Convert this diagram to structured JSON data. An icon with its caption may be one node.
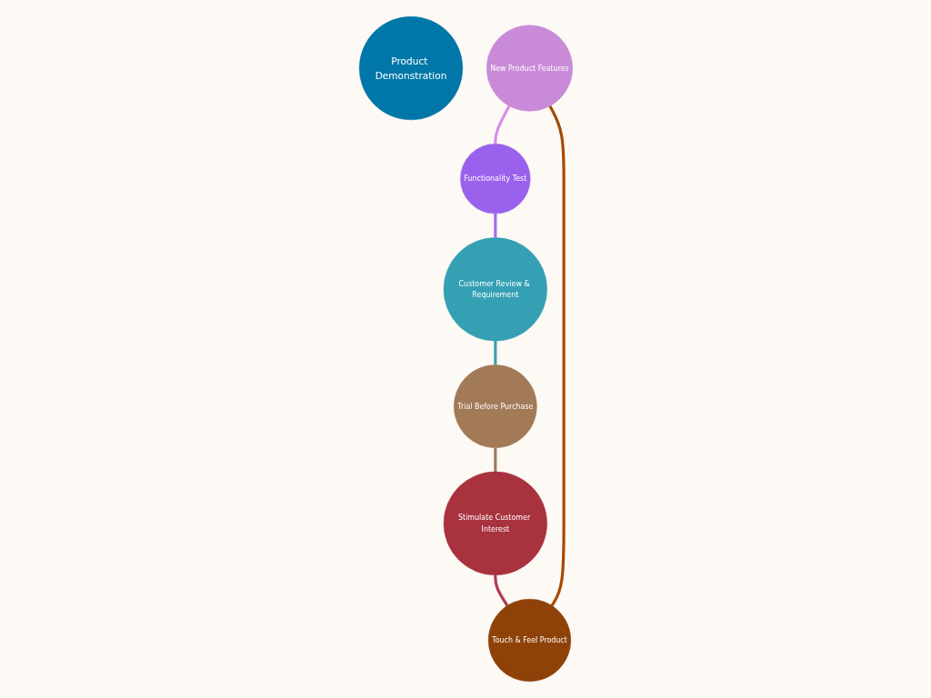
{
  "diagram": {
    "nodes": [
      {
        "text": [
          "Product Demonstration"
        ]
      },
      {
        "text": [
          "New Product Features"
        ]
      },
      {
        "text": [
          "Functionality Test"
        ]
      },
      {
        "text": [
          "Customer Review & Requirement"
        ]
      },
      {
        "text": [
          "Trial Before Purchase"
        ]
      },
      {
        "text": [
          "Stimulate Customer Interest"
        ]
      },
      {
        "text": [
          "Touch & Feel Product"
        ]
      }
    ],
    "edges": [
      {
        "from": 1,
        "to": 2,
        "arrow": "none",
        "color": "#d98ee6"
      },
      {
        "from": 2,
        "to": 3,
        "arrow": "none",
        "color": "#a56cf0"
      },
      {
        "from": 3,
        "to": 4,
        "arrow": "none",
        "color": "#3a9fb0"
      },
      {
        "from": 4,
        "to": 5,
        "arrow": "none",
        "color": "#a07a5c"
      },
      {
        "from": 5,
        "to": 6,
        "arrow": "none",
        "color": "#b03a50"
      },
      {
        "from": 6,
        "to": 1,
        "arrow": "none",
        "color": "#a34a00"
      }
    ]
  }
}
